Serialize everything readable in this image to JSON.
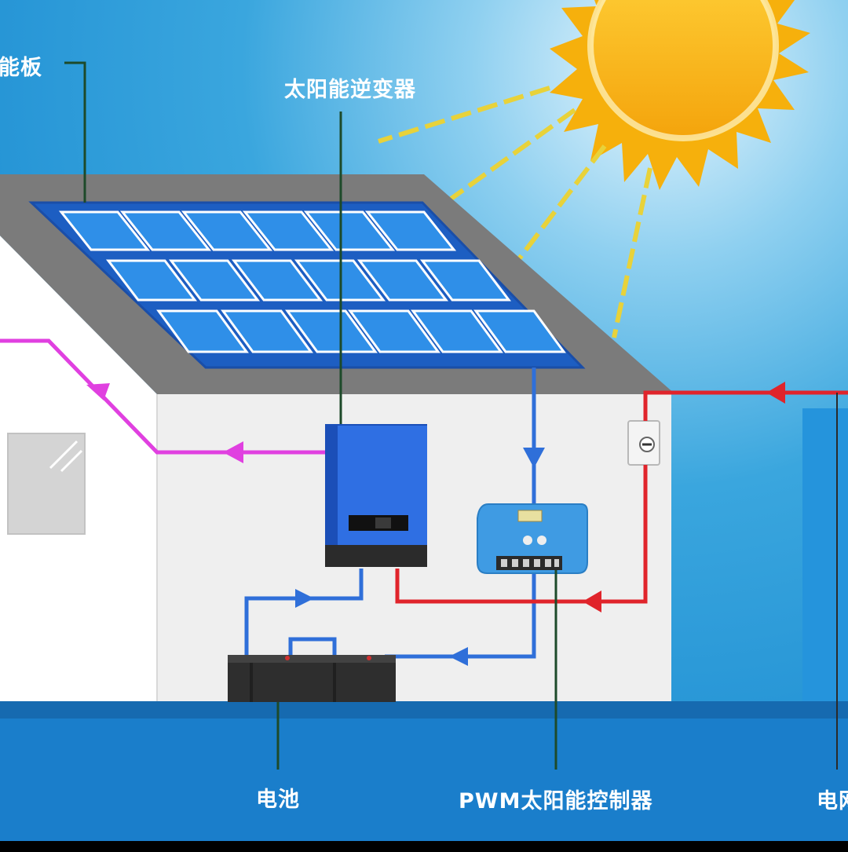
{
  "labels": {
    "solar_panel": "能板",
    "inverter": "太阳能逆变器",
    "battery": "电池",
    "pwm_controller": "PWM太阳能控制器",
    "grid": "电网"
  },
  "colors": {
    "sky": "#2a9fda",
    "sun": "#f8b410",
    "roof": "#7d7d7d",
    "panel_frame": "#1f5fc0",
    "panel_cell": "#2f8fe8",
    "wall": "#f1f1f1",
    "inverter_body": "#2f6fe3",
    "controller_body": "#3f9be3",
    "battery": "#2f2f2f",
    "ground": "#1776c6",
    "dc_line": "#2f6fd9",
    "ac_grid_line": "#e0242b",
    "load_line": "#e43fe0",
    "sun_ray": "#e8d23a",
    "leader_line": "#1d4a2a"
  },
  "icons": {
    "sun": "sun-icon",
    "meter": "electric-meter-icon",
    "window": "window-icon"
  }
}
